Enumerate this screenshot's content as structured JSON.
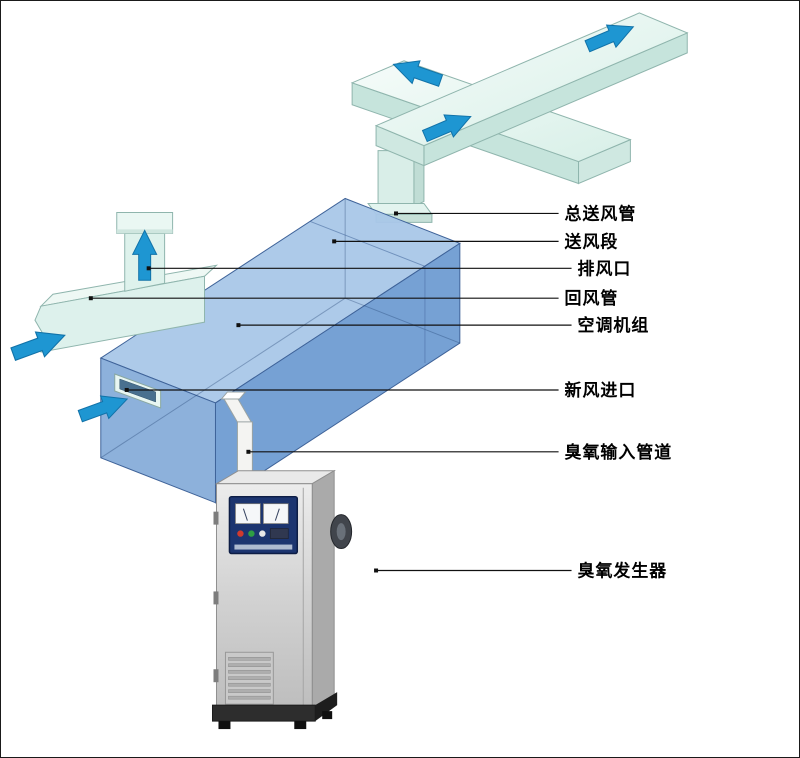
{
  "page": {
    "background": "#ffffff",
    "border_color": "#1a1a1a"
  },
  "diagram": {
    "type": "isometric-hvac-ozone-schematic",
    "parts": [
      {
        "id": "main-supply-duct",
        "label": "总送风管"
      },
      {
        "id": "supply-section",
        "label": "送风段"
      },
      {
        "id": "exhaust-outlet",
        "label": "排风口"
      },
      {
        "id": "return-duct",
        "label": "回风管"
      },
      {
        "id": "air-handling-unit",
        "label": "空调机组"
      },
      {
        "id": "fresh-air-inlet",
        "label": "新风进口"
      },
      {
        "id": "ozone-input-pipe",
        "label": "臭氧输入管道"
      },
      {
        "id": "ozone-generator",
        "label": "臭氧发生器"
      }
    ],
    "colors": {
      "duct_top": "#e7f6f1",
      "duct_side": "#c6e4dc",
      "duct_end": "#cfe8e1",
      "duct_edge": "#8fb5ad",
      "ahu_top": "#a9c7e8",
      "ahu_end": "#87add9",
      "ahu_front": "#6f9cd2",
      "ahu_edge": "#3f6399",
      "flow_arrow": "#1e96d2",
      "leader_line": "#111111",
      "machine_panel": "#1c3570",
      "machine_body": "#d6d6d6"
    }
  }
}
